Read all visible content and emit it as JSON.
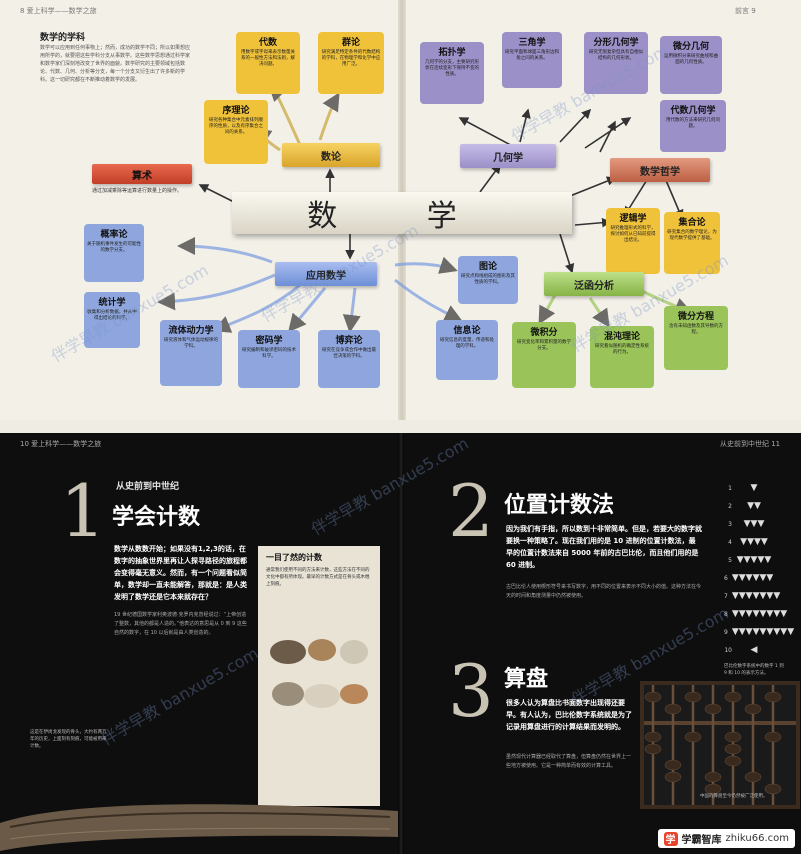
{
  "top_spread": {
    "running_head_left": "8  爱上科学——数学之旅",
    "running_head_right": "前言  9",
    "intro_title": "数学的学科",
    "intro_text": "数学可以应用到任何事物上；然而，成功的数学不同；所以如果想应用所学的，就要把这些学科分支从事数学。这些数学思想通过科学家和数学家们深刻地改变了世界的面貌。数学研究的主要领域包括数论、代数、几何、分析等分支，每一个分支又衍生出了许多新的学科。这一切研究都在不断推动着数学的发展。",
    "center_title": "数  学",
    "branches": [
      {
        "name": "代数",
        "desc": "用数字或字母来表示数量关系的一般性方法和法则，解决问题。",
        "color": "#f0c23a"
      },
      {
        "name": "群论",
        "desc": "研究满足特定条件的代数结构的学科，在物理学和化学中应用广泛。",
        "color": "#f0c23a"
      },
      {
        "name": "序理论",
        "desc": "研究各种集合中元素排列顺序的性质，以及有序集合之间的关系。",
        "color": "#f0c23a"
      },
      {
        "name": "数论",
        "desc": "",
        "color": "#f0c23a"
      },
      {
        "name": "算术",
        "desc": "通过加减乘除等运算进行数量上的操作。",
        "color": "#d9533a"
      },
      {
        "name": "拓扑学",
        "desc": "几何学的分支，主要研究形状在连续变形下保持不变的性质。",
        "color": "#9b90c7"
      },
      {
        "name": "三角学",
        "desc": "研究平面和球面三角形边和角之间的关系。",
        "color": "#9b90c7"
      },
      {
        "name": "分形几何学",
        "desc": "研究无限复杂但具有自相似结构的几何形状。",
        "color": "#9b90c7"
      },
      {
        "name": "微分几何",
        "desc": "运用微积分来研究曲线和曲面的几何性质。",
        "color": "#9b90c7"
      },
      {
        "name": "代数几何学",
        "desc": "用代数的方法来研究几何问题。",
        "color": "#9b90c7"
      },
      {
        "name": "几何学",
        "desc": "",
        "color": "#9b90c7"
      },
      {
        "name": "数学哲学",
        "desc": "",
        "color": "#c9745a"
      },
      {
        "name": "逻辑学",
        "desc": "研究推理形式的科学，探讨如何从已知前提得出结论。",
        "color": "#f0c23a"
      },
      {
        "name": "集合论",
        "desc": "研究集合的数学理论，为现代数学提供了基础。",
        "color": "#f0c23a"
      },
      {
        "name": "概率论",
        "desc": "关于随机事件发生的可能性的数学分支。",
        "color": "#8ea6dd"
      },
      {
        "name": "应用数学",
        "desc": "",
        "color": "#8ea6dd"
      },
      {
        "name": "统计学",
        "desc": "收集和分析数据，并从中得出结论的科学。",
        "color": "#8ea6dd"
      },
      {
        "name": "流体动力学",
        "desc": "研究液体和气体运动规律的学科。",
        "color": "#8ea6dd"
      },
      {
        "name": "密码学",
        "desc": "研究编制和破译密码的技术科学。",
        "color": "#8ea6dd"
      },
      {
        "name": "博弈论",
        "desc": "研究在竞争或合作中做出最佳决策的学科。",
        "color": "#8ea6dd"
      },
      {
        "name": "图论",
        "desc": "研究点和线组成的图形及其性质的学科。",
        "color": "#8ea6dd"
      },
      {
        "name": "信息论",
        "desc": "研究信息的度量、传递和处理的学科。",
        "color": "#8ea6dd"
      },
      {
        "name": "泛函分析",
        "desc": "",
        "color": "#9ac45a"
      },
      {
        "name": "微积分",
        "desc": "研究变化率和累积量的数学分支。",
        "color": "#9ac45a"
      },
      {
        "name": "混沌理论",
        "desc": "研究看似随机的确定性系统的行为。",
        "color": "#9ac45a"
      },
      {
        "name": "微分方程",
        "desc": "含有未知函数及其导数的方程。",
        "color": "#9ac45a"
      }
    ],
    "watermarks": [
      "伴学早教 banxue5.com",
      "伴学早教 banxue5.com",
      "伴学早教 banxue5.com",
      "伴学早教 banxue5.com"
    ]
  },
  "bottom_spread": {
    "running_head_left": "10  爱上科学——数学之旅",
    "running_head_right": "从史前到中世纪  11",
    "section_label": "从史前到中世纪",
    "chapter1_number": "1",
    "chapter1_title": "学会计数",
    "chapter1_lead": "数学从数数开始；如果没有1,2,3的话，在数字的抽象世界里再让人探寻路径的旅程都会变得毫无意义。然而，有一个问题看似简单，数学却一直未能解答，那就是：是人类发明了数学还是它本来就存在？",
    "chapter1_body": "19 世纪德国数学家利奥波德·克罗内克曾经说过：“上帝创造了整数，其他的都是人造的。”他表达的意思是从 0 到 9 这些自然的数字，在 10 以后就是由人类创造的。",
    "sidebar_title": "一目了然的计数",
    "sidebar_text": "通常我们使用不同的方法来计数，这些方法在不同的文化中都有所体现。最早的计数方式是在骨头或木棍上刻痕。",
    "chapter1_caption": "这是在伊尚戈发现的骨头，大约有两万年的历史，上面刻有刻痕，可能被用来计数。",
    "chapter2_number": "2",
    "chapter2_title": "位置计数法",
    "chapter2_lead": "因为我们有手指，所以数到十非常简单。但是，若要大的数字就要换一种策略了。现在我们用的是 10 进制的位置计数法，最早的位置计数法来自 5000 年前的古巴比伦，而且他们用的是 60 进制。",
    "chapter2_body": "古巴比伦人使用楔形符号来书写数字，用不同的位置来表示不同大小的值。这种方法在今天的时间和角度测量中仍然被使用。",
    "cuneiform_caption": "巴比伦数字系统中的数字 1 到 9 和 10 的表示方法。",
    "cuneiform_numbers": [
      "1",
      "2",
      "3",
      "4",
      "5",
      "6",
      "7",
      "8",
      "9",
      "10"
    ],
    "chapter3_number": "3",
    "chapter3_title": "算盘",
    "chapter3_lead": "很多人认为算盘比书面数字出现得还要早。有人认为，巴比伦数字系统就是为了记录用算盘进行的计算结果而发明的。",
    "chapter3_body": "虽然现代计算器已经取代了算盘，但算盘仍然在世界上一些地方被使用。它是一种简单而有效的计算工具。",
    "abacus_caption": "中国的算盘至今仍然被广泛使用。",
    "watermarks": [
      "伴学早教 banxue5.com",
      "伴学早教 banxue5.com",
      "伴学早教 banxue5.com"
    ],
    "logo": {
      "name": "学霸智库",
      "url": "zhiku66.com",
      "mark": "学"
    }
  }
}
